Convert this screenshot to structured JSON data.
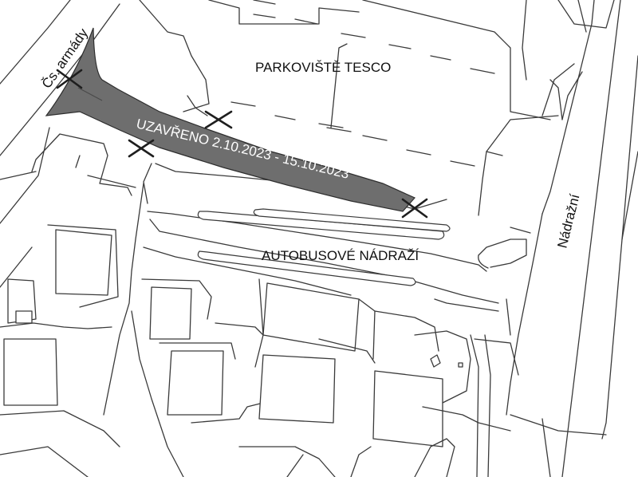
{
  "labels": {
    "street_cs_armady": "Čs. armády",
    "parking_tesco": "PARKOVIŠTĚ  TESCO",
    "closure": "UZAVŘENO 2.10.2023 - 15.10.2023",
    "bus_station": "AUTOBUSOVÉ NÁDRAŽÍ",
    "street_nadrazni": "Nádražní"
  },
  "colors": {
    "closed_area_fill": "#6e6e6e",
    "map_lines": "#3a3a3a",
    "background": "#ffffff",
    "closure_marks": "#1e1e1e"
  },
  "closure_marks": [
    {
      "name": "closure-mark-cs-armady"
    },
    {
      "name": "closure-mark-tesco-entrance"
    },
    {
      "name": "closure-mark-west"
    },
    {
      "name": "closure-mark-east"
    }
  ]
}
